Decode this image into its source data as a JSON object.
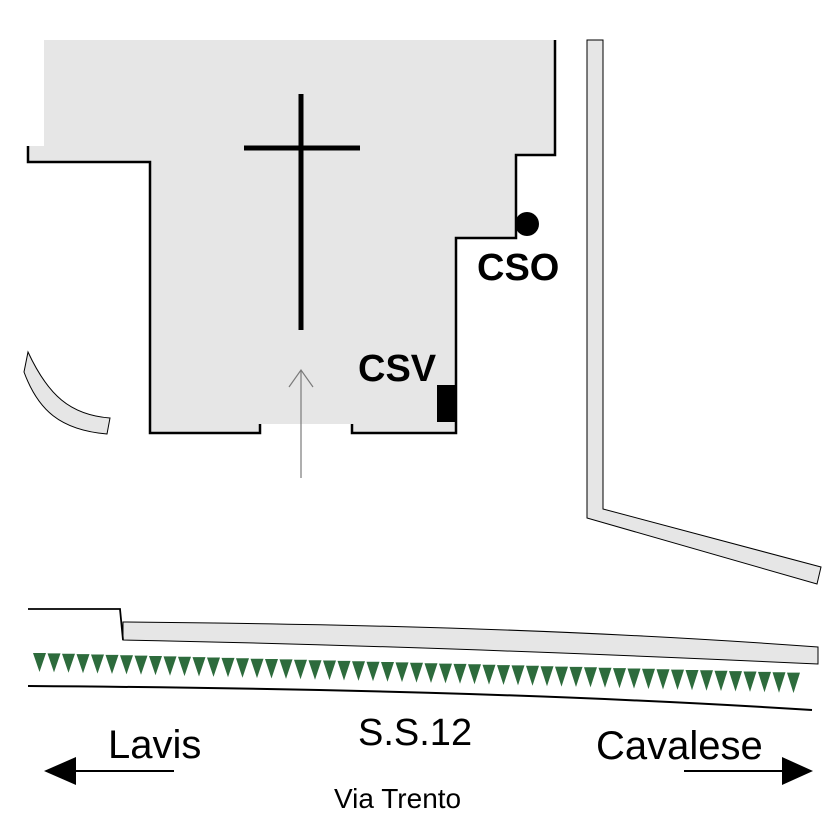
{
  "labels": {
    "cso": "CSO",
    "csv": "CSV",
    "road_code": "S.S.12",
    "road_name": "Via Trento",
    "direction_left": "Lavis",
    "direction_right": "Cavalese"
  },
  "colors": {
    "building_fill": "#e6e6e6",
    "outline": "#000000",
    "sidewalk_fill": "#e6e6e6",
    "hedge": "#2d6b3c",
    "arrow": "#7a7a7a"
  },
  "markers": {
    "cso_marker": "filled-circle",
    "csv_marker": "filled-rectangle",
    "church_symbol": "cross-icon"
  }
}
